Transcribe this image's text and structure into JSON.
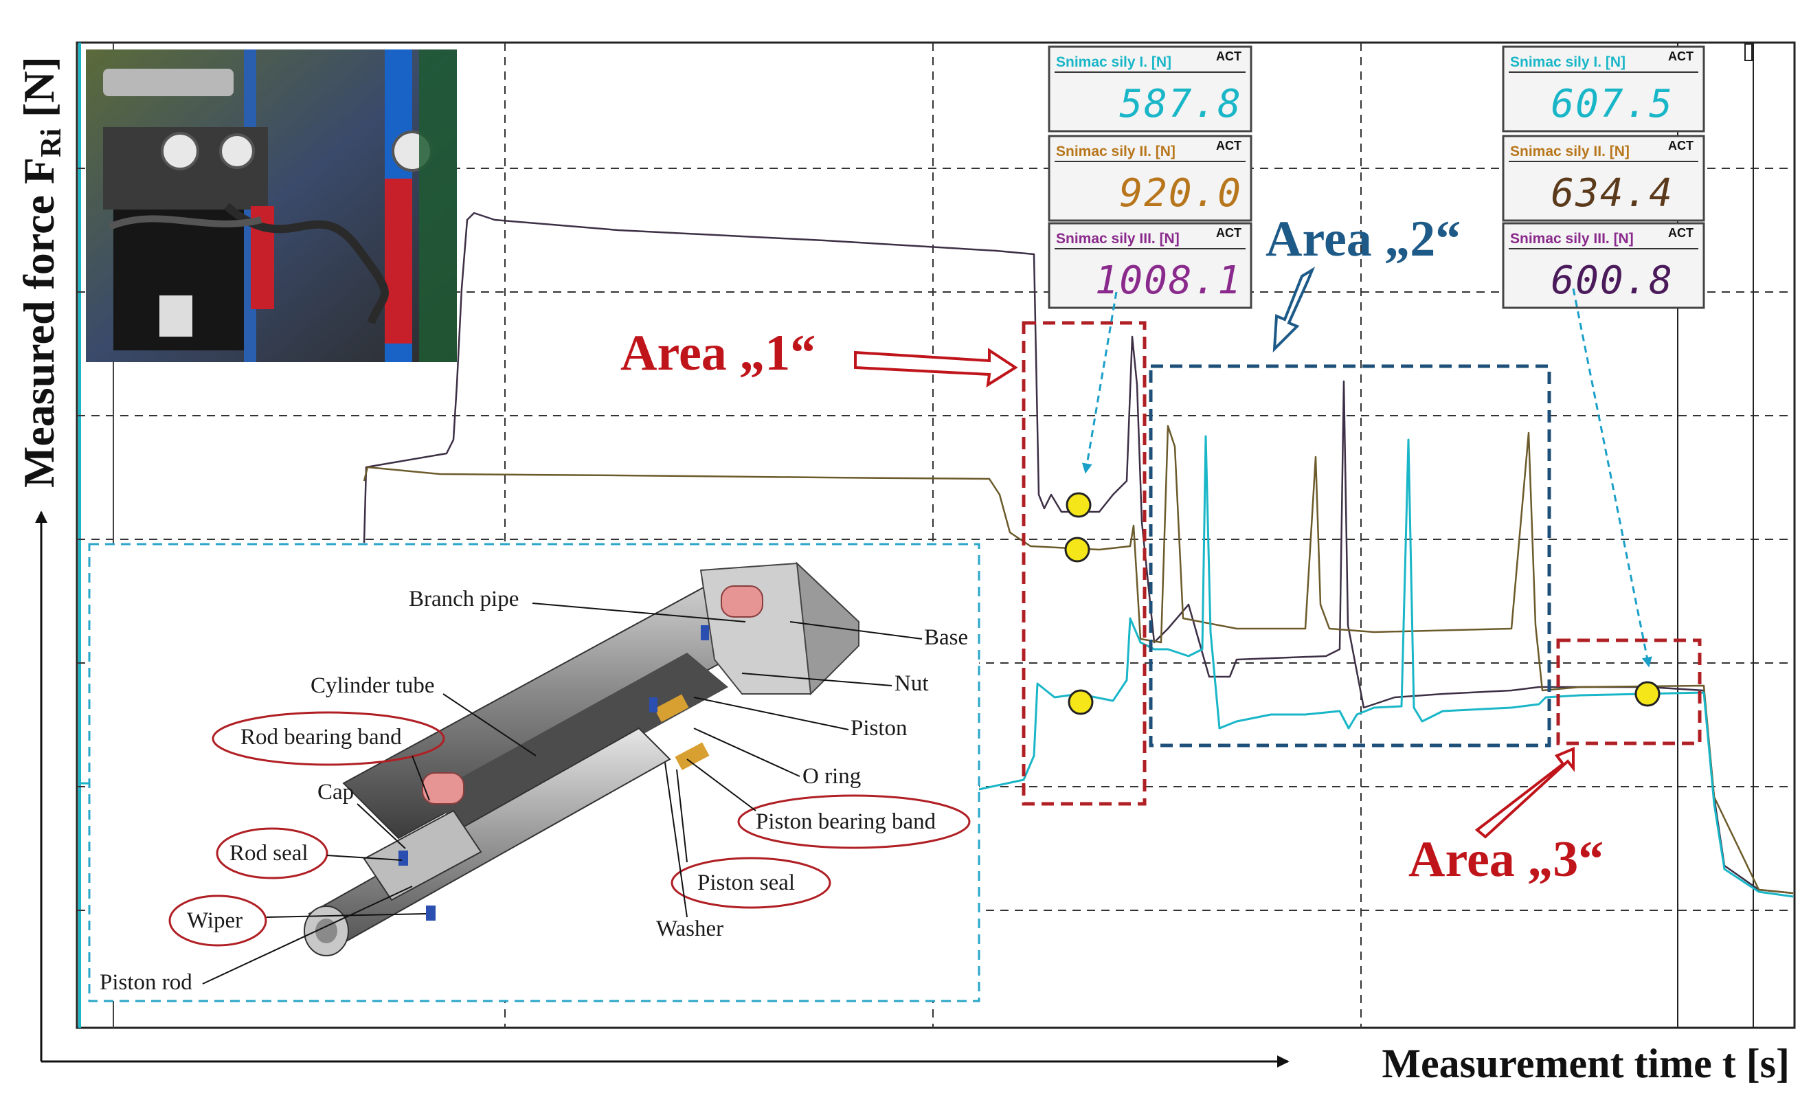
{
  "axes": {
    "y_label": "Measured force F",
    "y_label_sub": "Ri",
    "y_label_unit": " [N]",
    "x_label": "Measurement time t [s]"
  },
  "areas": {
    "area1": "Area „1“",
    "area2": "Area „2“",
    "area3": "Area „3“"
  },
  "displays": {
    "act_label": "ACT",
    "left": [
      {
        "label": "Snimac sily I. [N]",
        "value": "587.8",
        "color": "#19b6c8"
      },
      {
        "label": "Snimac sily II. [N]",
        "value": "920.0",
        "color": "#b8761c"
      },
      {
        "label": "Snimac sily III. [N]",
        "value": "1008.1",
        "color": "#8a2a8c"
      }
    ],
    "right": [
      {
        "label": "Snimac sily I. [N]",
        "value": "607.5",
        "color": "#19b6c8"
      },
      {
        "label": "Snimac sily II. [N]",
        "value": "634.4",
        "color": "#b8761c"
      },
      {
        "label": "Snimac sily III. [N]",
        "value": "600.8",
        "color": "#8a2a8c"
      }
    ]
  },
  "cylinder_parts": {
    "branch_pipe": "Branch pipe",
    "base": "Base",
    "cylinder_tube": "Cylinder tube",
    "nut": "Nut",
    "piston": "Piston",
    "rod_bearing_band": "Rod bearing band",
    "o_ring": "O ring",
    "cap": "Cap",
    "piston_bearing_band": "Piston bearing band",
    "rod_seal": "Rod seal",
    "piston_seal": "Piston seal",
    "wiper": "Wiper",
    "washer": "Washer",
    "piston_rod": "Piston rod"
  },
  "colors": {
    "area_red": "#c0141b",
    "area_blue": "#1d5a88",
    "cyan_trace": "#19b6c8",
    "brown_trace": "#6b5a2a",
    "purple_trace": "#4a2a5a",
    "marker_yellow": "#f5e61a"
  }
}
